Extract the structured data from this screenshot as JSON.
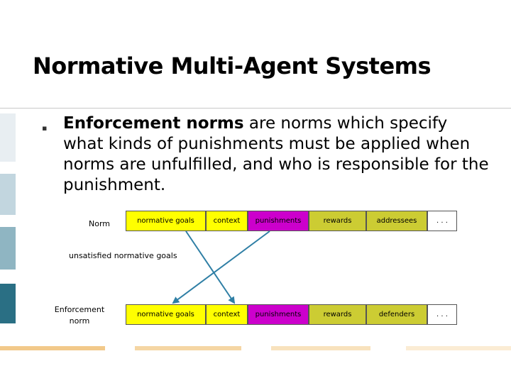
{
  "slide": {
    "title": "Normative Multi-Agent Systems",
    "bullet": {
      "bold_lead": "Enforcement norms",
      "text": " are norms which specify what kinds of punishments must be applied when norms are unfulfilled, and who is responsible for the punishment."
    }
  },
  "diagram": {
    "norm_row": {
      "label": "Norm",
      "cells": [
        "normative goals",
        "context",
        "punishments",
        "rewards",
        "addressees",
        ". . ."
      ]
    },
    "middle_label": "unsatisfied normative goals",
    "enforcement_row": {
      "label": "Enforcement norm",
      "cells": [
        "normative goals",
        "context",
        "punishments",
        "rewards",
        "defenders",
        ". . ."
      ]
    }
  },
  "colors": {
    "yellow": "#ffff00",
    "magenta": "#cc00cc",
    "olive": "#cccc33",
    "arrow": "#2f7fa5",
    "left_bars": [
      "#e8eef2",
      "#c2d6df",
      "#8fb5c2",
      "#4d8ea0",
      "#1d5f73"
    ],
    "bottom_bar": "#f2c98a"
  }
}
